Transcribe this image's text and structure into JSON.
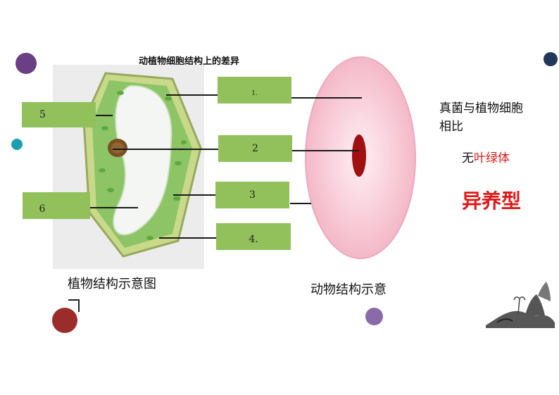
{
  "title": "动植物细胞结构上的差异",
  "labels": {
    "l1": "1.",
    "l2": "2",
    "l3": "3",
    "l4": "4.",
    "l5": "5",
    "l6": "6"
  },
  "captions": {
    "plant": "植物结构示意图",
    "animal": "动物结构示意"
  },
  "side": {
    "line1": "真菌与植物细胞",
    "line2": "相比",
    "no": "无",
    "chloroplast": "叶绿体",
    "heterotroph": "异养型"
  },
  "colors": {
    "label_box": "#92c05a",
    "cell_wall": "#c9d98a",
    "cytoplasm": "#8cc466",
    "animal_cell": "#f6c6d4",
    "nucleus_animal": "#a01010",
    "accent_red": "#e01818",
    "dot_purple": "#6a3f86",
    "dot_teal": "#1aa0b0",
    "dot_navy": "#21385a",
    "dot_crimson": "#9c2b2b"
  }
}
